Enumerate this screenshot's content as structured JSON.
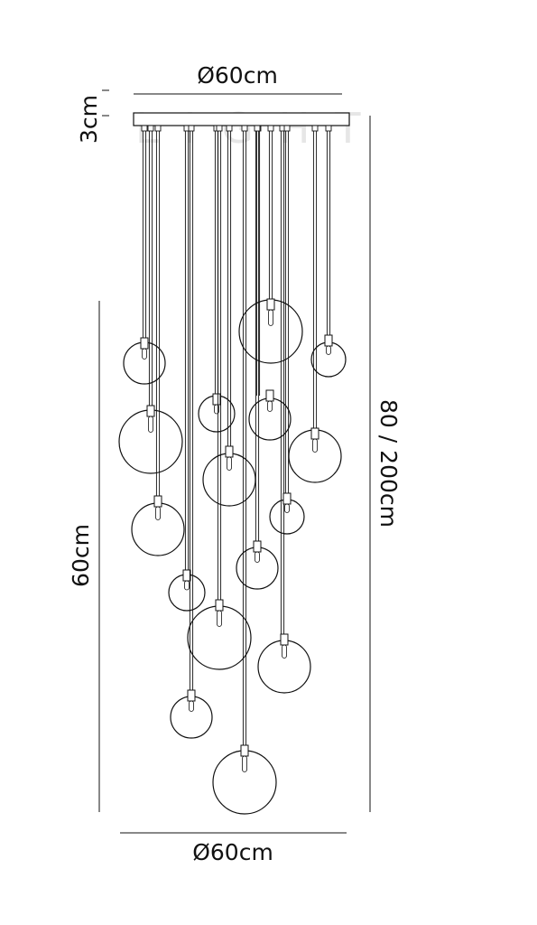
{
  "dimensions": {
    "top_diameter": "Ø60cm",
    "canopy_height": "3cm",
    "drop_height": "80 / 200cm",
    "cluster_height": "60cm",
    "bottom_diameter": "Ø60cm"
  },
  "watermark": {
    "text": "LIGHT"
  },
  "colors": {
    "line": "#111111",
    "watermark": "#e6e6e6"
  }
}
